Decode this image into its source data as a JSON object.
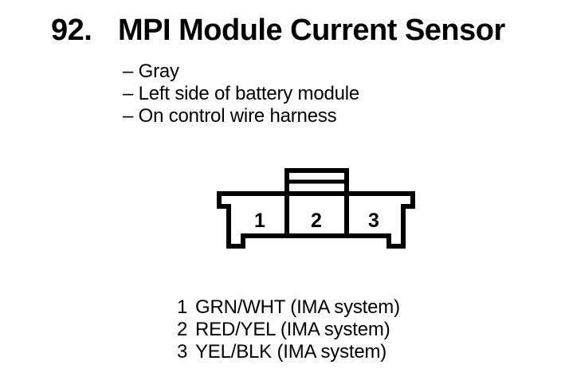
{
  "document": {
    "item_number": "92.",
    "title": "MPI Module Current Sensor",
    "bullets": [
      "– Gray",
      "– Left side of battery module",
      "– On control wire harness"
    ]
  },
  "connector": {
    "description": "3-cavity connector, front view with top latch",
    "cavities": [
      "1",
      "2",
      "3"
    ]
  },
  "pin_table": {
    "rows": [
      {
        "pin": "1",
        "label": "GRN/WHT (IMA system)"
      },
      {
        "pin": "2",
        "label": "RED/YEL (IMA system)"
      },
      {
        "pin": "3",
        "label": "YEL/BLK (IMA system)"
      }
    ]
  },
  "colors": {
    "ink": "#000000",
    "paper": "#ffffff"
  }
}
